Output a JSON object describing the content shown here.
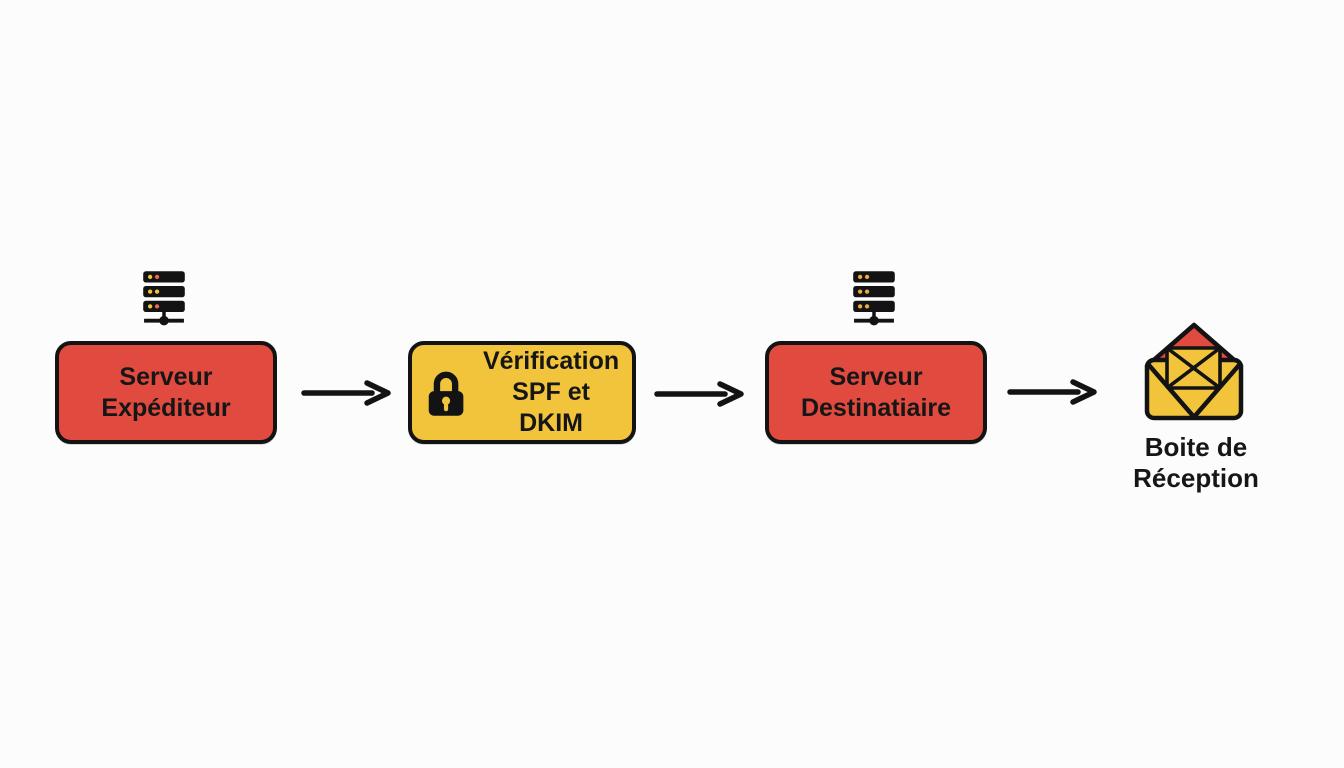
{
  "diagram": {
    "title_hint": "Email SPF/DKIM verification flow",
    "background": "#fcfcfc",
    "colors": {
      "red": "#e14a3f",
      "yellow": "#f2c43c",
      "black": "#131313",
      "text": "#161616",
      "dot_yellow": "#f2c43c",
      "dot_red": "#e8685c",
      "dot_orange": "#f0ab3e"
    },
    "nodes": [
      {
        "id": "sender",
        "icon": "server-icon",
        "label_line1": "Serveur",
        "label_line2": "Expéditeur",
        "fill": "red"
      },
      {
        "id": "verification",
        "icon": "lock-icon",
        "label_line1": "Vérification",
        "label_line2": "SPF et DKIM",
        "fill": "yellow"
      },
      {
        "id": "recipient",
        "icon": "server-icon",
        "label_line1": "Serveur",
        "label_line2": "Destinatiaire",
        "fill": "red"
      },
      {
        "id": "inbox",
        "icon": "open-envelope-icon",
        "label_line1": "Boite de",
        "label_line2": "Réception",
        "fill": "none"
      }
    ],
    "arrows": [
      {
        "id": "arrow-1",
        "from": "sender",
        "to": "verification"
      },
      {
        "id": "arrow-2",
        "from": "verification",
        "to": "recipient"
      },
      {
        "id": "arrow-3",
        "from": "recipient",
        "to": "inbox"
      }
    ]
  }
}
